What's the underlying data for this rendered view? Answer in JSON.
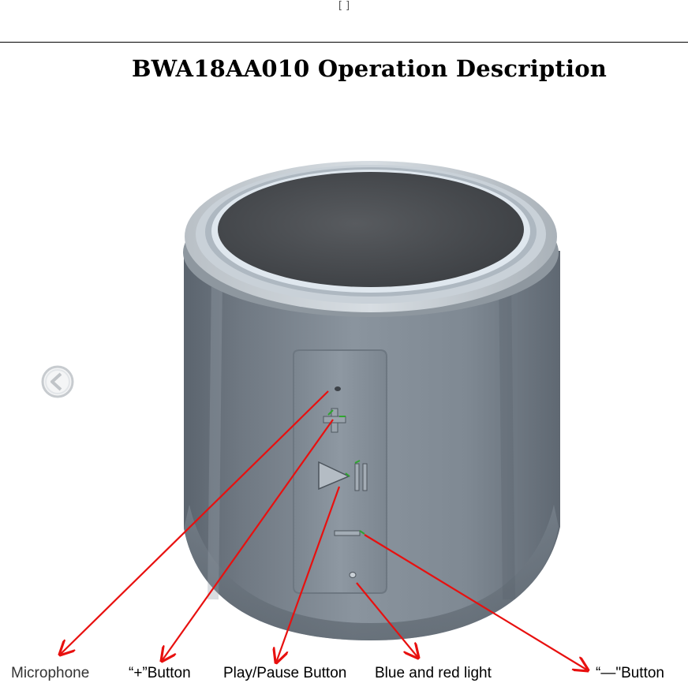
{
  "header": {
    "mark": "[ ]"
  },
  "document": {
    "title": "BWA18AA010 Operation Description"
  },
  "labels": {
    "microphone": "Microphone",
    "plus_button": "“+”Button",
    "play_pause_button": "Play/Pause Button",
    "light": "Blue and red light",
    "minus_button": "“—\"Button"
  },
  "icons": {
    "nav": "chevron-left-icon"
  },
  "colors": {
    "callout_arrow": "#e8100f",
    "body": "#7d8791",
    "speaker_grille": "#4a4d51",
    "button_accent": "#2fa52f"
  }
}
